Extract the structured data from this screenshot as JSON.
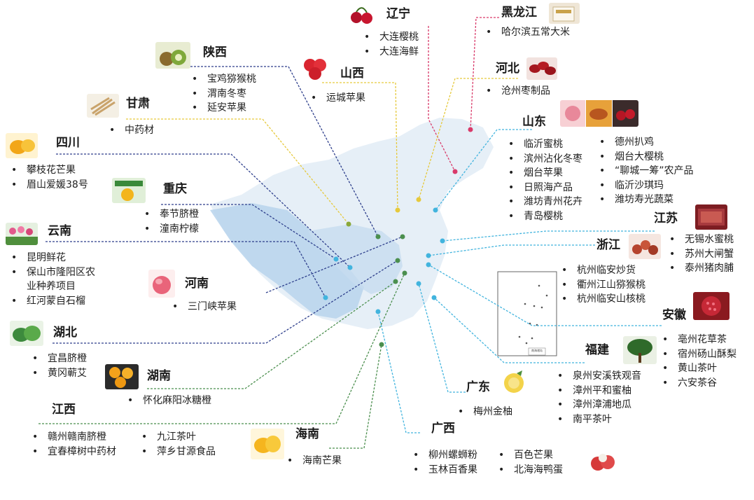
{
  "provinces": {
    "liaoning": {
      "name": "辽宁",
      "items": [
        "大连樱桃",
        "大连海鲜"
      ]
    },
    "heilongjiang": {
      "name": "黑龙江",
      "items": [
        "哈尔滨五常大米"
      ]
    },
    "shaanxi": {
      "name": "陕西",
      "items": [
        "宝鸡猕猴桃",
        "渭南冬枣",
        "延安苹果"
      ]
    },
    "shanxi": {
      "name": "山西",
      "items": [
        "运城苹果"
      ]
    },
    "hebei": {
      "name": "河北",
      "items": [
        "沧州枣制品"
      ]
    },
    "gansu": {
      "name": "甘肃",
      "items": [
        "中药材"
      ]
    },
    "shandong": {
      "name": "山东",
      "items_left": [
        "临沂蜜桃",
        "滨州沾化冬枣",
        "烟台苹果",
        "日照海产品",
        "潍坊青州花卉",
        "青岛樱桃"
      ],
      "items_right": [
        "德州扒鸡",
        "烟台大樱桃",
        "“聊城一筹”农产品",
        "临沂沙琪玛",
        "潍坊寿光蔬菜"
      ]
    },
    "sichuan": {
      "name": "四川",
      "items": [
        "攀枝花芒果",
        "眉山爱媛38号"
      ]
    },
    "chongqing": {
      "name": "重庆",
      "items": [
        "奉节脐橙",
        "潼南柠檬"
      ]
    },
    "jiangsu": {
      "name": "江苏",
      "items": [
        "无锡水蜜桃",
        "苏州大闸蟹",
        "泰州猪肉脯"
      ]
    },
    "yunnan": {
      "name": "云南",
      "items": [
        "昆明鲜花",
        "保山市隆阳区农",
        "业种养项目",
        "红河蒙自石榴"
      ]
    },
    "zhejiang": {
      "name": "浙江",
      "items": [
        "杭州临安炒货",
        "衢州江山猕猴桃",
        "杭州临安山核桃"
      ]
    },
    "henan": {
      "name": "河南",
      "items": [
        "三门峡苹果"
      ]
    },
    "anhui": {
      "name": "安徽",
      "items": [
        "亳州花草茶",
        "宿州砀山酥梨",
        "黄山茶叶",
        "六安茶谷"
      ]
    },
    "hubei": {
      "name": "湖北",
      "items": [
        "宜昌脐橙",
        "黄冈蕲艾"
      ]
    },
    "fujian": {
      "name": "福建",
      "items": [
        "泉州安溪铁观音",
        "漳州平和蜜柚",
        "漳州漳浦地瓜",
        "南平茶叶"
      ]
    },
    "hunan": {
      "name": "湖南",
      "items": [
        "怀化麻阳冰糖橙"
      ]
    },
    "guangdong": {
      "name": "广东",
      "items": [
        "梅州金柚"
      ]
    },
    "jiangxi": {
      "name": "江西",
      "items_left": [
        "赣州赣南脐橙",
        "宜春樟树中药材"
      ],
      "items_right": [
        "九江茶叶",
        "萍乡甘源食品"
      ]
    },
    "guangxi": {
      "name": "广西",
      "items_left": [
        "柳州螺蛳粉",
        "玉林百香果"
      ],
      "items_right": [
        "百色芒果",
        "北海海鸭蛋"
      ]
    },
    "hainan": {
      "name": "海南",
      "items": [
        "海南芒果"
      ]
    }
  },
  "inset_map_label": "南海诸岛",
  "colors": {
    "map_land": "#d8e7f3",
    "map_highlight": "#aacde8",
    "line_north": "#e6c93c",
    "line_west": "#2e3f8c",
    "line_central": "#4b8f4e",
    "line_east": "#42b4de",
    "line_northeast": "#d93a6a"
  }
}
